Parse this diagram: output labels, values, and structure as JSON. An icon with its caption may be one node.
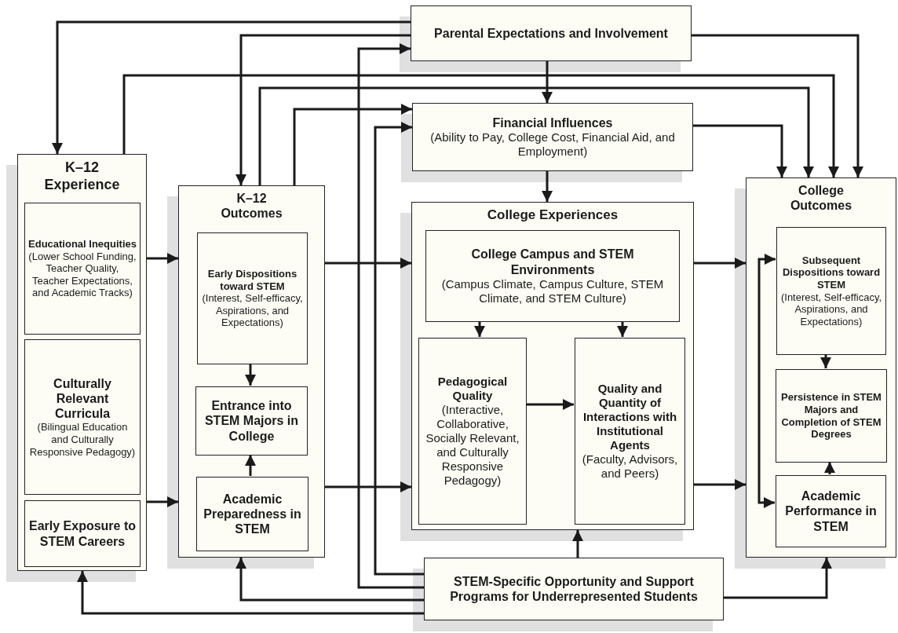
{
  "diagram": {
    "nodes": [
      {
        "text": [
          "Parental Expectations and Involvement"
        ]
      },
      {
        "text": [
          "Financial Influences",
          "(Ability to Pay, College Cost, Financial Aid, and Employment)"
        ]
      },
      {
        "text": [
          "K–12 Experience"
        ]
      },
      {
        "text": [
          "Educational Inequities",
          "(Lower School Funding, Teacher Quality, Teacher Expectations, and Academic Tracks)"
        ],
        "in": 2
      },
      {
        "text": [
          "Culturally Relevant Curricula",
          "(Bilingual Education and Culturally Responsive Pedagogy)"
        ],
        "in": 2
      },
      {
        "text": [
          "Early Exposure to STEM Careers"
        ],
        "in": 2
      },
      {
        "text": [
          "K–12 Outcomes"
        ]
      },
      {
        "text": [
          "Early Dispositions toward STEM",
          "(Interest, Self-efficacy, Aspirations, and Expectations)"
        ],
        "in": 6
      },
      {
        "text": [
          "Entrance into STEM Majors in College"
        ],
        "in": 6
      },
      {
        "text": [
          "Academic Preparedness in STEM"
        ],
        "in": 6
      },
      {
        "text": [
          "College Experiences"
        ]
      },
      {
        "text": [
          "College Campus and STEM Environments",
          "(Campus Climate, Campus Culture, STEM Climate, and STEM Culture)"
        ],
        "in": 10
      },
      {
        "text": [
          "Pedagogical Quality",
          "(Interactive, Collaborative, Socially Relevant, and Culturally Responsive Pedagogy)"
        ],
        "in": 10
      },
      {
        "text": [
          "Quality and Quantity of Interactions with Institutional Agents",
          "(Faculty, Advisors, and Peers)"
        ],
        "in": 10
      },
      {
        "text": [
          "College Outcomes"
        ]
      },
      {
        "text": [
          "Subsequent Dispositions toward STEM",
          "(Interest, Self-efficacy, Aspirations, and Expectations)"
        ],
        "in": 14
      },
      {
        "text": [
          "Persistence in STEM Majors and Completion of STEM Degrees"
        ],
        "in": 14
      },
      {
        "text": [
          "Academic Performance in STEM"
        ],
        "in": 14
      },
      {
        "text": [
          "STEM-Specific Opportunity and Support Programs for Underrepresented Students"
        ]
      }
    ],
    "edges": [
      {
        "from": 0,
        "to": 2,
        "arrow": "to"
      },
      {
        "from": 0,
        "to": 6,
        "arrow": "to"
      },
      {
        "from": 0,
        "to": 1,
        "arrow": "to"
      },
      {
        "from": 0,
        "to": 14,
        "arrow": "to"
      },
      {
        "from": 2,
        "to": 14,
        "arrow": "to"
      },
      {
        "from": 6,
        "to": 14,
        "arrow": "to"
      },
      {
        "from": 6,
        "to": 1,
        "arrow": "to"
      },
      {
        "from": 1,
        "to": 14,
        "arrow": "to"
      },
      {
        "from": 1,
        "to": 10,
        "arrow": "to"
      },
      {
        "from": 18,
        "to": 0,
        "arrow": "to"
      },
      {
        "from": 18,
        "to": 1,
        "arrow": "to"
      },
      {
        "from": 18,
        "to": 6,
        "arrow": "to"
      },
      {
        "from": 18,
        "to": 2,
        "arrow": "to"
      },
      {
        "from": 18,
        "to": 10,
        "arrow": "to"
      },
      {
        "from": 18,
        "to": 14,
        "arrow": "to"
      },
      {
        "from": 2,
        "to": 6,
        "arrow": "to"
      },
      {
        "from": 2,
        "to": 6,
        "arrow": "to"
      },
      {
        "from": 6,
        "to": 10,
        "arrow": "to"
      },
      {
        "from": 6,
        "to": 10,
        "arrow": "to"
      },
      {
        "from": 10,
        "to": 14,
        "arrow": "to"
      },
      {
        "from": 10,
        "to": 14,
        "arrow": "to"
      },
      {
        "from": 7,
        "to": 8,
        "arrow": "to"
      },
      {
        "from": 9,
        "to": 8,
        "arrow": "to"
      },
      {
        "from": 11,
        "to": 12,
        "arrow": "to"
      },
      {
        "from": 11,
        "to": 13,
        "arrow": "to"
      },
      {
        "from": 12,
        "to": 13,
        "arrow": "to"
      },
      {
        "from": 15,
        "to": 16,
        "arrow": "to"
      },
      {
        "from": 17,
        "to": 16,
        "arrow": "to"
      },
      {
        "from": 15,
        "to": 17,
        "arrow": "both"
      }
    ]
  }
}
